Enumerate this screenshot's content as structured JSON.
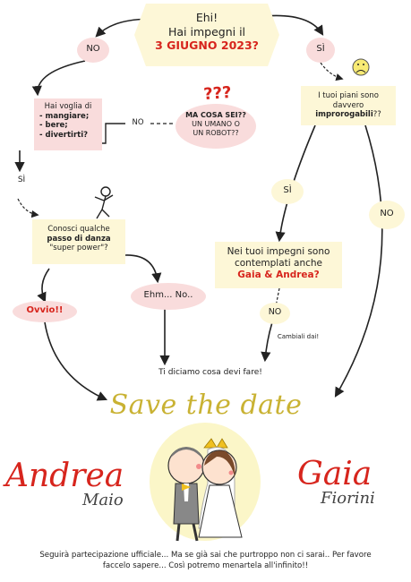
{
  "top_question": {
    "line1": "Ehi!",
    "line2": "Hai impegni il",
    "date": "3 GIUGNO 2023?"
  },
  "labels": {
    "no_left": "NO",
    "si_right": "SÌ",
    "si_left": "SÌ",
    "no_mid": "NO",
    "si_mid": "SÌ",
    "no_right": "NO",
    "no_bottom": "NO"
  },
  "voglia_box": {
    "intro": "Hai voglia di",
    "items": [
      "- mangiare;",
      "- bere;",
      "- divertirti?"
    ]
  },
  "cosa_sei": {
    "marks": "???",
    "line1": "MA COSA SEI??",
    "line2": "UN UMANO O",
    "line3": "UN ROBOT??"
  },
  "piani_box": {
    "line1": "I tuoi piani sono",
    "line2": "davvero",
    "bold": "improrogabili",
    "suffix": "??"
  },
  "danza_box": {
    "line1": "Conosci qualche",
    "bold": "passo di danza",
    "line3": "\"super power\"?"
  },
  "impegni_box": {
    "line1": "Nei tuoi impegni sono",
    "line2": "contemplati anche",
    "names": "Gaia & Andrea?"
  },
  "ovvio": "Ovvio!!",
  "ehm": "Ehm... No..",
  "cambiali": "Cambiali dai!",
  "ti_diciamo": "Ti diciamo cosa devi fare!",
  "save_the_date": "Save the date",
  "groom": {
    "first": "Andrea",
    "last": "Maio"
  },
  "bride": {
    "first": "Gaia",
    "last": "Fiorini"
  },
  "footer": {
    "line1": "Seguirà partecipazione ufficiale... Ma se già sai che purtroppo non ci sarai.. Per favore",
    "line2": "faccelo sapere... Così potremo menartela all'infinito!!"
  },
  "colors": {
    "accent_red": "#d7251d",
    "yellow_fill": "#fdf7d7",
    "pink_fill": "#f9dcdc",
    "script_gold": "#c9b233"
  }
}
